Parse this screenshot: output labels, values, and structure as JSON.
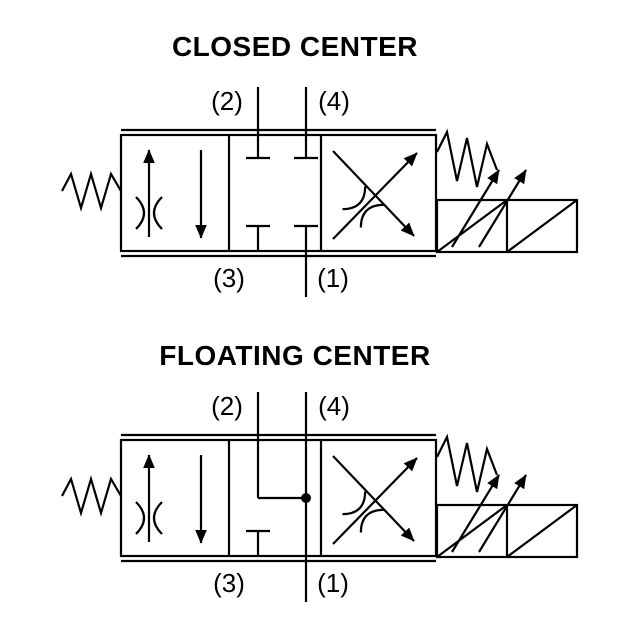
{
  "background": "#ffffff",
  "line_color": "#000000",
  "diagrams": [
    {
      "title": "CLOSED CENTER",
      "symbol": "4-way 3-position spring-centered proportional solenoid valve",
      "ports": {
        "top_left": "(2)",
        "top_right": "(4)",
        "bottom_left": "(3)",
        "bottom_right": "(1)"
      },
      "center_spool": "all four ports blocked"
    },
    {
      "title": "FLOATING CENTER",
      "symbol": "4-way 3-position spring-centered proportional solenoid valve",
      "ports": {
        "top_left": "(2)",
        "top_right": "(4)",
        "bottom_left": "(3)",
        "bottom_right": "(1)"
      },
      "center_spool": "ports (2), (4) and (1) joined at a junction; port (3) blocked"
    }
  ]
}
